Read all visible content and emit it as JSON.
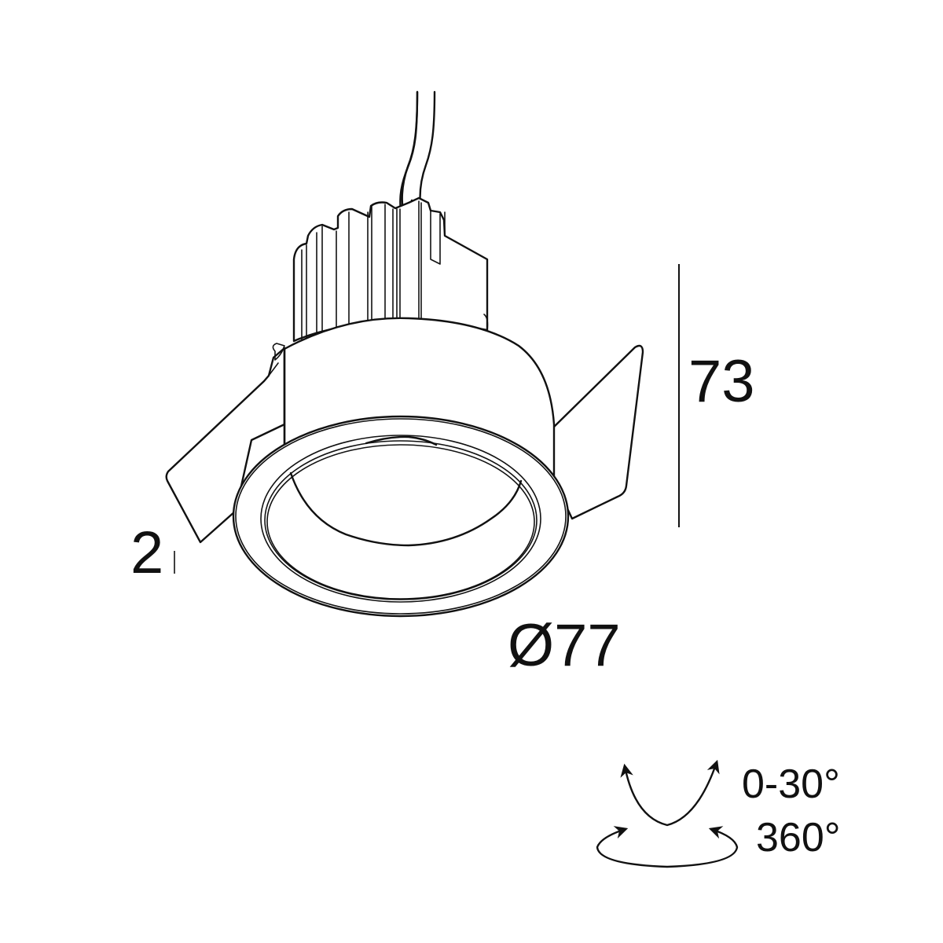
{
  "drawing": {
    "subject": "recessed adjustable downlight",
    "line_color": "#111111",
    "background": "#ffffff"
  },
  "dimensions": {
    "height": "73",
    "trim_thickness": "2",
    "diameter": "Ø77"
  },
  "adjustment": {
    "tilt": "0-30°",
    "rotation": "360°"
  },
  "icons": {
    "tilt": "tilt-arrows-icon",
    "rotation": "rotation-arrows-icon"
  }
}
